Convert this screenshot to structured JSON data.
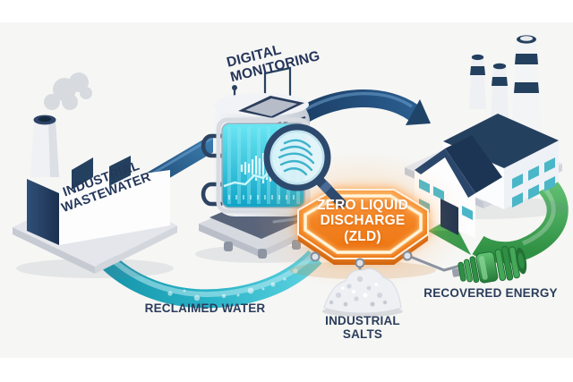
{
  "scene": {
    "description": "Zero Liquid Discharge (ZLD) industrial wastewater treatment cycle diagram"
  },
  "labels": {
    "industrial_wastewater": "INDUSTRIAL\nWASTEWATER",
    "digital_monitoring": "DIGITAL\nMONITORING",
    "zld": "ZERO LIQUID\nDISCHARGE\n(ZLD)",
    "reclaimed_water": "RECLAIMED WATER",
    "industrial_salts": "INDUSTRIAL\nSALTS",
    "recovered_energy": "RECOVERED ENERGY"
  },
  "colors": {
    "navy": "#223a5e",
    "blue_arrow_dark": "#173a60",
    "blue_arrow_light": "#3e82b5",
    "teal_water": "#2ab4c8",
    "green_energy": "#45ab58",
    "orange_zld": "#f08118",
    "orange_glow": "#ff9430",
    "label_text": "#2b3d5c",
    "background": "#f6f6f4",
    "white": "#ffffff"
  },
  "icons": {
    "left_node": "factory-icon",
    "center_node": "monitoring-tank-icon",
    "lens": "magnifier-icon",
    "right_node": "factory-icon",
    "salts": "salt-pile-icon",
    "energy": "energy-device-icon",
    "water": "water-ribbon-icon",
    "smoke": "smoke-icon"
  }
}
